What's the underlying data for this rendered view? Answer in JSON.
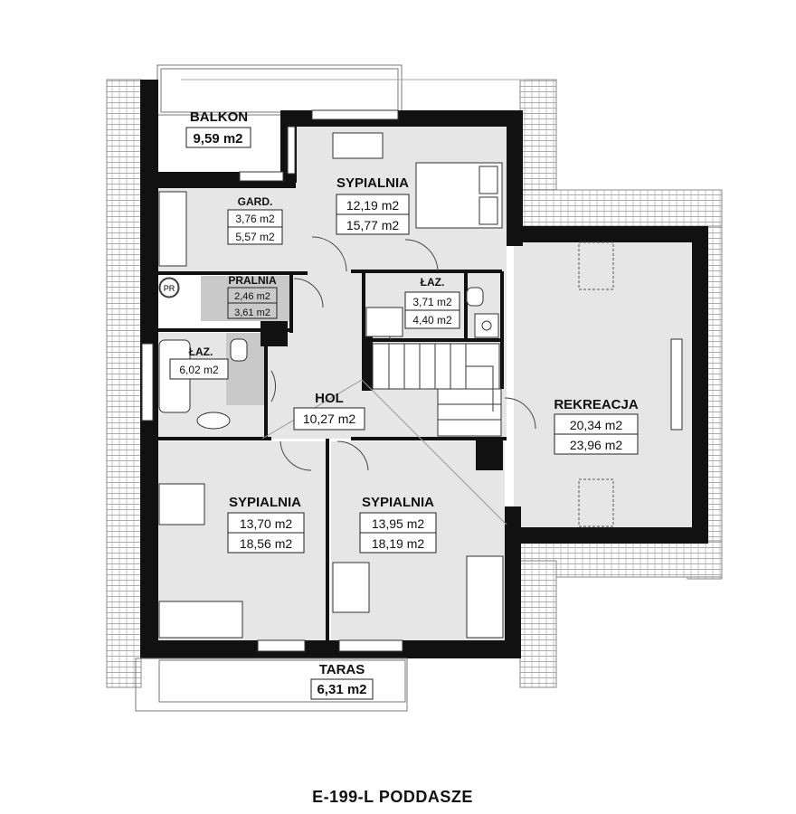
{
  "title": "E-199-L PODDASZE",
  "rooms": {
    "balkon": {
      "name": "BALKON",
      "area": "9,59 m2"
    },
    "sypialnia_top": {
      "name": "SYPIALNIA",
      "area": "12,19 m2",
      "area2": "15,77 m2"
    },
    "gard": {
      "name": "GARD.",
      "area": "3,76 m2",
      "area2": "5,57 m2"
    },
    "pralnia": {
      "name": "PRALNIA",
      "area": "2,46 m2",
      "area2": "3,61 m2"
    },
    "laz_right": {
      "name": "ŁAZ.",
      "area": "3,71 m2",
      "area2": "4,40 m2"
    },
    "laz_left": {
      "name": "ŁAZ.",
      "area": "6,02 m2"
    },
    "hol": {
      "name": "HOL",
      "area": "10,27 m2"
    },
    "rekreacja": {
      "name": "REKREACJA",
      "area": "20,34 m2",
      "area2": "23,96 m2"
    },
    "sypialnia_left": {
      "name": "SYPIALNIA",
      "area": "13,70 m2",
      "area2": "18,56 m2"
    },
    "sypialnia_right": {
      "name": "SYPIALNIA",
      "area": "13,95 m2",
      "area2": "18,19 m2"
    },
    "taras": {
      "name": "TARAS",
      "area": "6,31 m2"
    }
  },
  "symbols": {
    "pr": "PR"
  },
  "colors": {
    "wall": "#111111",
    "floor_grey": "#e6e6e6",
    "wet_grey": "#c9c9c9",
    "roof_hatch": "#9a9a9a"
  }
}
